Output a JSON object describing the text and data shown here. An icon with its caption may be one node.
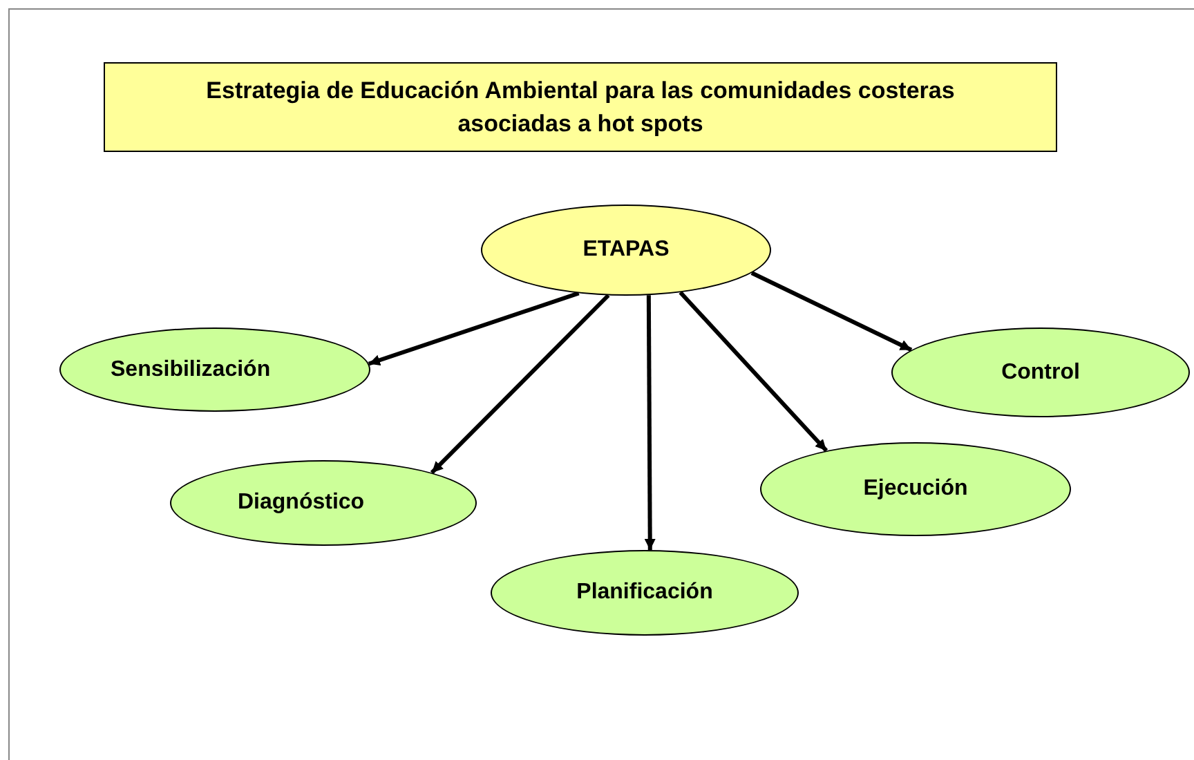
{
  "diagram": {
    "title": "Estrategia de Educación Ambiental para las comunidades costeras asociadas a  hot spots",
    "nodes": [
      {
        "text": [
          "ETAPAS"
        ]
      },
      {
        "text": [
          "Sensibilización"
        ]
      },
      {
        "text": [
          "Diagnóstico"
        ]
      },
      {
        "text": [
          "Planificación"
        ]
      },
      {
        "text": [
          "Ejecución"
        ]
      },
      {
        "text": [
          "Control"
        ]
      }
    ],
    "edges": [
      {
        "from": 0,
        "to": 1,
        "arrow": "to"
      },
      {
        "from": 0,
        "to": 2,
        "arrow": "to"
      },
      {
        "from": 0,
        "to": 3,
        "arrow": "to"
      },
      {
        "from": 0,
        "to": 4,
        "arrow": "to"
      },
      {
        "from": 0,
        "to": 5,
        "arrow": "to"
      }
    ]
  }
}
